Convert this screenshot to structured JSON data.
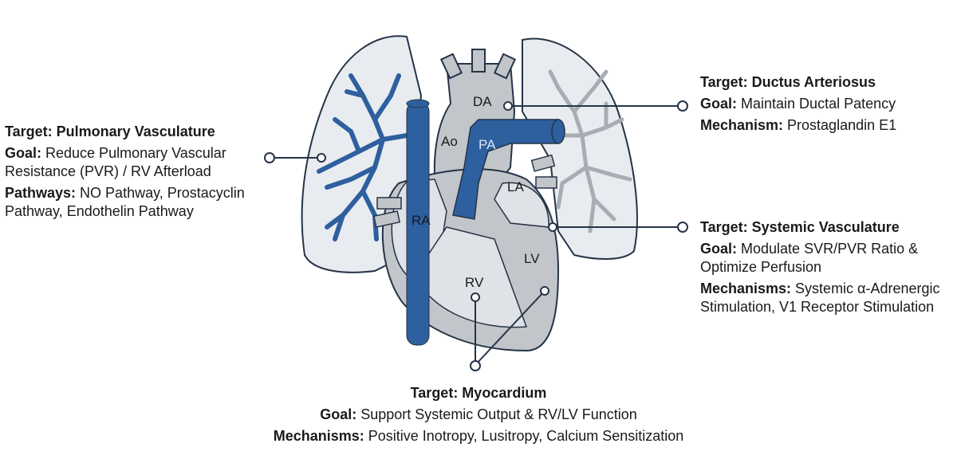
{
  "colors": {
    "vessel_blue": "#2e5f9e",
    "outline": "#253447",
    "lung_fill": "#e8ecf0",
    "heart_gray": "#c2c6cb",
    "heart_light": "#dfe2e6",
    "branch_gray": "#a9adb3"
  },
  "anatomy_labels": {
    "da": "DA",
    "ao": "Ao",
    "pa": "PA",
    "la": "LA",
    "ra": "RA",
    "lv": "LV",
    "rv": "RV"
  },
  "targets": {
    "pulmonary": {
      "title": "Target: Pulmonary Vasculature",
      "goal_label": "Goal:",
      "goal_text": " Reduce Pulmonary Vascular Resistance (PVR) / RV Afterload",
      "mech_label": "Pathways:",
      "mech_text": " NO Pathway, Prostacyclin Pathway, Endothelin Pathway"
    },
    "ductus": {
      "title": "Target: Ductus Arteriosus",
      "goal_label": "Goal:",
      "goal_text": " Maintain Ductal Patency",
      "mech_label": "Mechanism:",
      "mech_text": " Prostaglandin E1"
    },
    "systemic": {
      "title": "Target: Systemic Vasculature",
      "goal_label": "Goal:",
      "goal_text": " Modulate SVR/PVR Ratio & Optimize Perfusion",
      "mech_label": "Mechanisms:",
      "mech_text": " Systemic α-Adrenergic Stimulation, V1 Receptor Stimulation"
    },
    "myocardium": {
      "title": "Target: Myocardium",
      "goal_label": "Goal:",
      "goal_text": " Support Systemic Output & RV/LV Function",
      "mech_label": "Mechanisms:",
      "mech_text": " Positive Inotropy, Lusitropy, Calcium Sensitization"
    }
  }
}
